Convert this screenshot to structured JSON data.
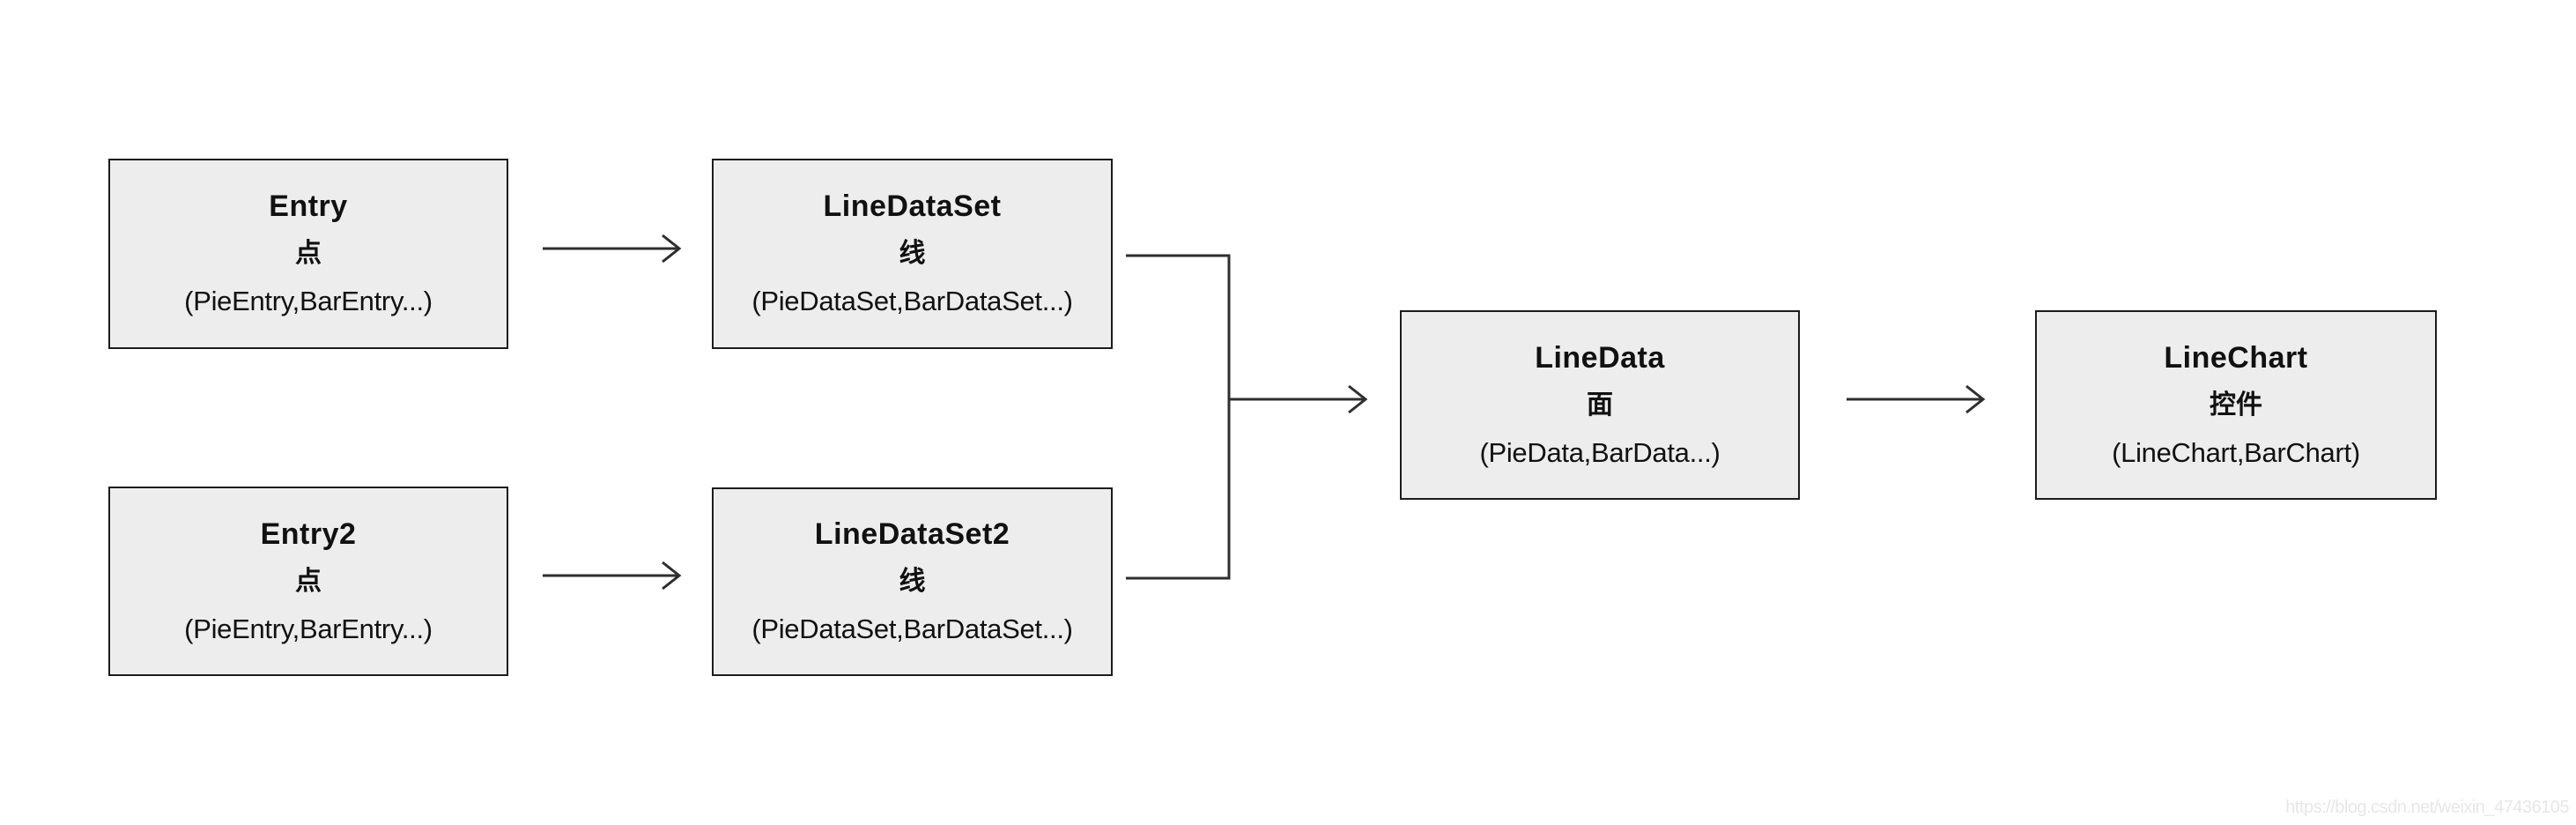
{
  "diagram": {
    "background_color": "#ffffff",
    "node_fill_color": "#ededed",
    "node_border_color": "#1c1c1c",
    "connector_color": "#2e2e2e",
    "text_color": "#111111",
    "nodes": [
      {
        "id": "entry",
        "title": "Entry",
        "subtitle": "点",
        "detail": "(PieEntry,BarEntry...)"
      },
      {
        "id": "linedataset",
        "title": "LineDataSet",
        "subtitle": "线",
        "detail": "(PieDataSet,BarDataSet...)"
      },
      {
        "id": "entry2",
        "title": "Entry2",
        "subtitle": "点",
        "detail": "(PieEntry,BarEntry...)"
      },
      {
        "id": "linedataset2",
        "title": "LineDataSet2",
        "subtitle": "线",
        "detail": "(PieDataSet,BarDataSet...)"
      },
      {
        "id": "linedata",
        "title": "LineData",
        "subtitle": "面",
        "detail": "(PieData,BarData...)"
      },
      {
        "id": "linechart",
        "title": "LineChart",
        "subtitle": "控件",
        "detail": "(LineChart,BarChart)"
      }
    ],
    "connections": [
      {
        "from": "Entry",
        "to": "LineDataSet",
        "style": "arrow"
      },
      {
        "from": "Entry2",
        "to": "LineDataSet2",
        "style": "arrow"
      },
      {
        "from": "LineDataSet",
        "to": "LineData",
        "style": "merge-bracket-arrow"
      },
      {
        "from": "LineDataSet2",
        "to": "LineData",
        "style": "merge-bracket-arrow"
      },
      {
        "from": "LineData",
        "to": "LineChart",
        "style": "arrow"
      }
    ],
    "watermark": "https://blog.csdn.net/weixin_47436105"
  }
}
